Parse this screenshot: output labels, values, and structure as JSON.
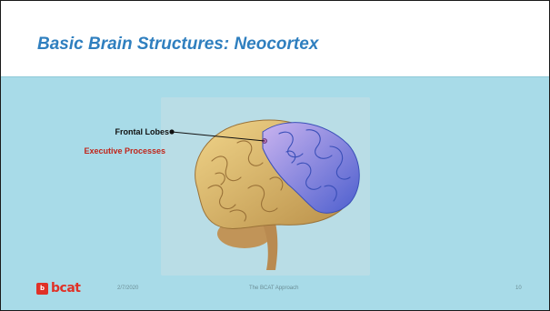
{
  "slide": {
    "title": "Basic Brain Structures: Neocortex",
    "labels": {
      "frontal_lobes": "Frontal Lobes",
      "executive_processes": "Executive Processes"
    },
    "footer": {
      "logo_mark": "b",
      "logo_text": "bcat",
      "date": "2/7/2020",
      "center": "The BCAT Approach",
      "page_number": "10"
    }
  },
  "colors": {
    "title": "#2f7fbf",
    "background": "#a8dbe8",
    "header_background": "#ffffff",
    "executive_label": "#c0261b",
    "logo": "#e03127",
    "frontal_lobe": "#8a8fe0",
    "cortex": "#d8b56a"
  }
}
